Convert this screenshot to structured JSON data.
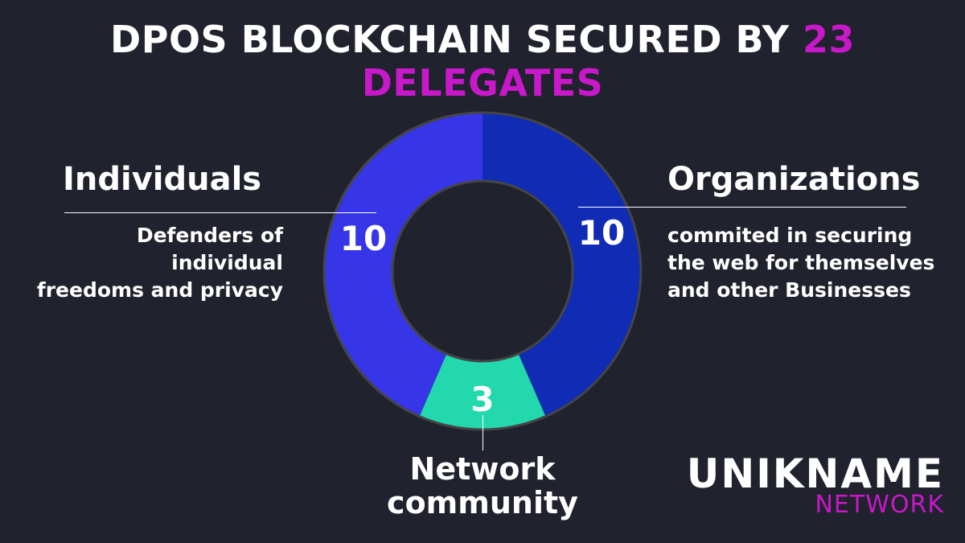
{
  "title": {
    "main": "DPOS BLOCKCHAIN SECURED BY ",
    "highlight": "23 DELEGATES"
  },
  "chart_data": {
    "type": "pie",
    "variant": "donut",
    "total": 23,
    "segments": [
      {
        "name": "Organizations",
        "value": 10,
        "color": "#102cb5",
        "description": "commited in securing the web for themselves and other Businesses"
      },
      {
        "name": "Network community",
        "value": 3,
        "color": "#22d8ac",
        "description": ""
      },
      {
        "name": "Individuals",
        "value": 10,
        "color": "#3636e8",
        "description": "Defenders of individual freedoms and privacy"
      }
    ]
  },
  "labels": {
    "individuals": {
      "heading": "Individuals",
      "desc1": "Defenders of",
      "desc2": "individual",
      "desc3": "freedoms and privacy",
      "value": "10"
    },
    "organizations": {
      "heading": "Organizations",
      "desc1": "commited in securing",
      "desc2": "the web for themselves",
      "desc3": "and other Businesses",
      "value": "10"
    },
    "community": {
      "heading1": "Network",
      "heading2": "community",
      "value": "3"
    }
  },
  "logo": {
    "main": "UNIKNAME",
    "sub": "NETWORK"
  }
}
